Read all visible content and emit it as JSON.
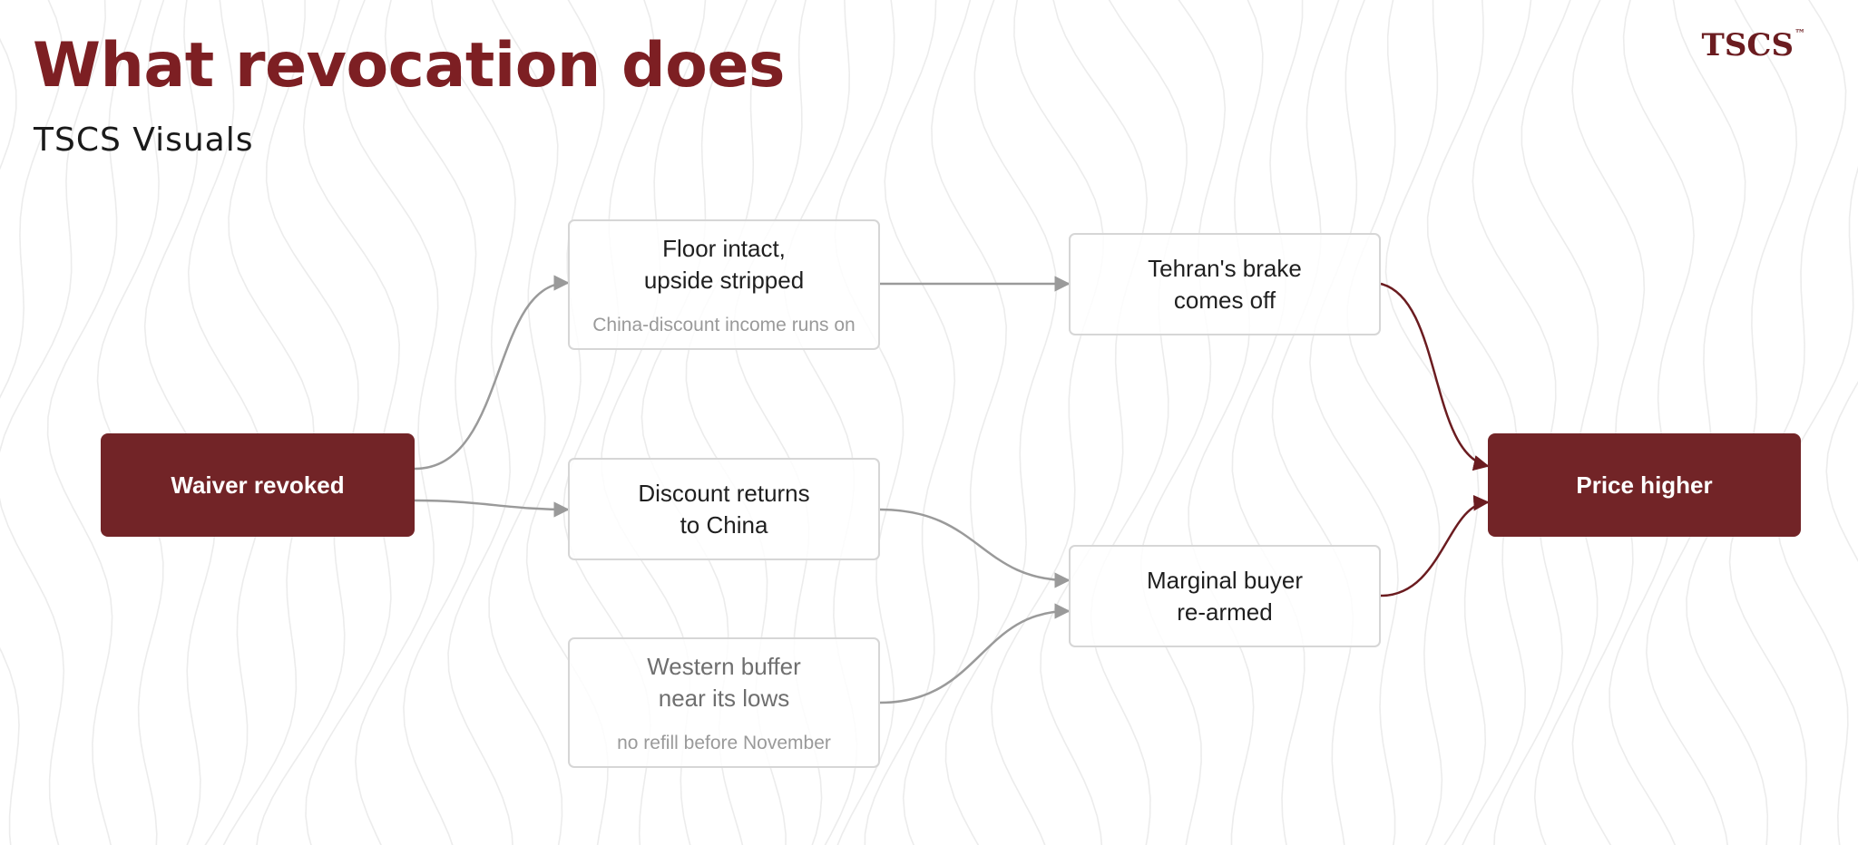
{
  "header": {
    "title": "What revocation does",
    "subtitle": "TSCS Visuals",
    "logo": "TSCS",
    "logo_mark": "™"
  },
  "colors": {
    "accent": "#7d1f23",
    "node_dark": "#722427",
    "edge_gray": "#9a9a9a",
    "edge_red": "#6b1c20",
    "contour": "#ececec"
  },
  "nodes": {
    "waiver": {
      "label": "Waiver revoked"
    },
    "floor": {
      "label": "Floor intact,\nupside stripped",
      "note": "China-discount income runs on"
    },
    "discount": {
      "label": "Discount returns\nto China"
    },
    "western": {
      "label": "Western buffer\nnear its lows",
      "note": "no refill before November"
    },
    "tehran": {
      "label": "Tehran's brake\ncomes off"
    },
    "marginal": {
      "label": "Marginal buyer\nre-armed"
    },
    "price": {
      "label": "Price higher"
    }
  },
  "edges": [
    {
      "from": "waiver",
      "to": "floor",
      "style": "gray"
    },
    {
      "from": "waiver",
      "to": "discount",
      "style": "gray"
    },
    {
      "from": "floor",
      "to": "tehran",
      "style": "gray"
    },
    {
      "from": "discount",
      "to": "marginal",
      "style": "gray"
    },
    {
      "from": "western",
      "to": "marginal",
      "style": "gray"
    },
    {
      "from": "tehran",
      "to": "price",
      "style": "red"
    },
    {
      "from": "marginal",
      "to": "price",
      "style": "red"
    }
  ]
}
